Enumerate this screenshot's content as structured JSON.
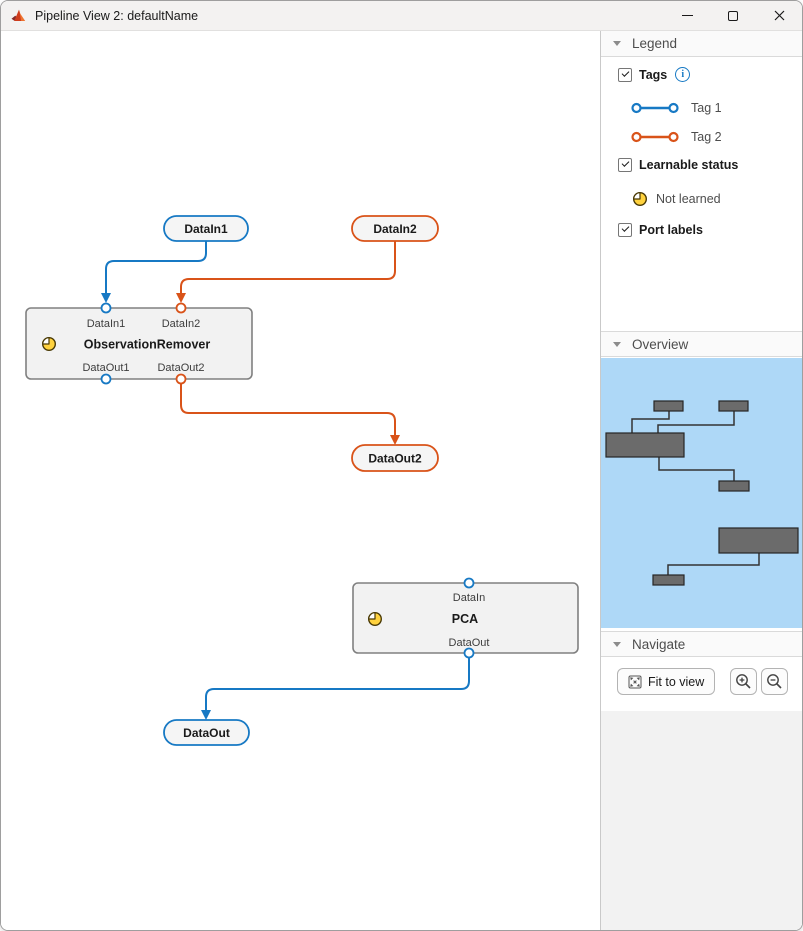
{
  "window": {
    "title": "Pipeline View 2: defaultName"
  },
  "icons": {
    "info": "i",
    "app_logo": "matlab-logo",
    "clock": "not-learned-clock",
    "fit": "fit-to-view-arrows",
    "zoom_in": "magnifier-plus",
    "zoom_out": "magnifier-minus"
  },
  "colors": {
    "tag1_blue": "#1779c4",
    "tag2_orange": "#d95319",
    "node_fill": "#f2f2f2",
    "node_border": "#808080",
    "minimap_bg": "#aed8f7",
    "minimap_node": "#6b6b6b",
    "not_learned_yellow": "#ffd23e"
  },
  "canvas": {
    "source_nodes": {
      "data_in1": "DataIn1",
      "data_in2": "DataIn2"
    },
    "sink_nodes": {
      "data_out2": "DataOut2",
      "data_out": "DataOut"
    },
    "observation_remover": {
      "title": "ObservationRemover",
      "port_in1": "DataIn1",
      "port_in2": "DataIn2",
      "port_out1": "DataOut1",
      "port_out2": "DataOut2"
    },
    "pca": {
      "title": "PCA",
      "port_in": "DataIn",
      "port_out": "DataOut"
    }
  },
  "sidebar": {
    "legend": {
      "header": "Legend",
      "tags_label": "Tags",
      "tags_checked": true,
      "tag1_label": "Tag 1",
      "tag2_label": "Tag 2",
      "learnable_label": "Learnable status",
      "learnable_checked": true,
      "not_learned_label": "Not learned",
      "port_labels_label": "Port labels",
      "port_labels_checked": true
    },
    "overview": {
      "header": "Overview"
    },
    "navigate": {
      "header": "Navigate",
      "fit_to_view_label": "Fit to view"
    }
  }
}
